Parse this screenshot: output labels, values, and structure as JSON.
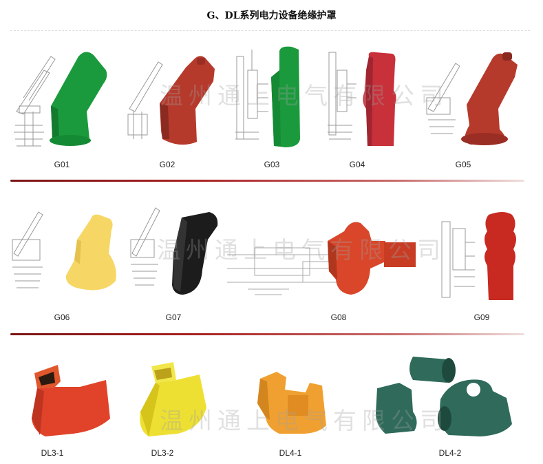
{
  "title": "G、DL系列电力设备绝缘护罩",
  "watermark": "温州通上电气有限公司",
  "rows": [
    {
      "labels": [
        "G01",
        "G02",
        "G03",
        "G04",
        "G05"
      ]
    },
    {
      "labels": [
        "G06",
        "G07",
        "G08",
        "G09"
      ]
    },
    {
      "labels": [
        "DL3-1",
        "DL3-2",
        "DL4-1",
        "DL4-2"
      ]
    }
  ],
  "colors": {
    "green": "#1a9a3c",
    "red": "#b63a2c",
    "crimson": "#c8303a",
    "yellow": "#f6d766",
    "black": "#1c1c1c",
    "orange_red": "#d9462a",
    "bright_red": "#c82a22",
    "lemon": "#eee033",
    "orange": "#f0a030",
    "dark_green": "#2f6a5a",
    "rule": "#a82020"
  }
}
